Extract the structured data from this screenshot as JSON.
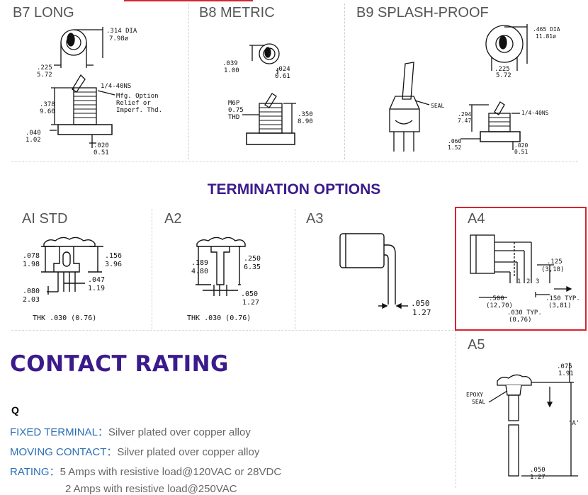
{
  "headers": {
    "b7": "B7 LONG",
    "b8": "B8 METRIC",
    "b9": "B9 SPLASH-PROOF",
    "ai_std": "AI STD",
    "a2": "A2",
    "a3": "A3",
    "a4": "A4",
    "a5": "A5"
  },
  "b7_dims": {
    "dia1": ".314 DIA",
    "dia2": "7.98ø",
    "w1": ".225",
    "w2": "5.72",
    "thread": "1/4-40NS",
    "note1": "Mfg. Option",
    "note2": "Relief or",
    "note3": "Imperf. Thd.",
    "h1": ".378",
    "h2": "9.60",
    "base1": ".040",
    "base2": "1.02",
    "t1": ".020",
    "t2": "0.51"
  },
  "b8_dims": {
    "a1": ".039",
    "a2": "1.00",
    "b1": ".024",
    "b2": "0.61",
    "m1": "M6P",
    "m2": "0.75",
    "m3": "THD",
    "h1": ".350",
    "h2": "8.90"
  },
  "b9_dims": {
    "dia1": ".465 DIA",
    "dia2": "11.81ø",
    "w1": ".225",
    "w2": "5.72",
    "seal": "SEAL",
    "h1": ".294",
    "h2": "7.47",
    "thread": "1/4-40NS",
    "b1": ".060",
    "b2": "1.52",
    "t1": ".020",
    "t2": "0.51"
  },
  "ai_dims": {
    "a1": ".078",
    "a2": "1.98",
    "b1": ".156",
    "b2": "3.96",
    "c1": ".047",
    "c2": "1.19",
    "d1": ".080",
    "d2": "2.03",
    "thk": "THK .030 (0.76)"
  },
  "a2_dims": {
    "a1": ".189",
    "a2": "4.80",
    "b1": ".250",
    "b2": "6.35",
    "c1": ".050",
    "c2": "1.27",
    "thk": "THK .030 (0.76)"
  },
  "a3_dims": {
    "a1": ".050",
    "a2": "1.27"
  },
  "a4_dims": {
    "a1": ".125",
    "a2": "(3,18)",
    "p1": "1",
    "p2": "2",
    "p3": "3",
    "b1": ".500",
    "b2": "(12,70)",
    "c1": ".150 TYP.",
    "c2": "(3,81)",
    "d1": ".030 TYP.",
    "d2": "(0,76)"
  },
  "a5_dims": {
    "a1": ".075",
    "a2": "1.91",
    "epoxy1": "EPOXY",
    "epoxy2": "SEAL",
    "a": "'A'",
    "b1": ".050",
    "b2": "1.27"
  },
  "termination_title": "TERMINATION OPTIONS",
  "contact_title": "CONTACT RATING",
  "q_label": "Q",
  "specs": [
    {
      "label": "FIXED TERMINAL：",
      "value": "Silver plated over copper alloy"
    },
    {
      "label": "MOVING CONTACT：",
      "value": "Silver plated over copper alloy"
    },
    {
      "label": "RATING：",
      "value": "5 Amps with resistive load@120VAC or 28VDC"
    }
  ],
  "cut_line": "2 Amps with resistive load@250VAC",
  "colors": {
    "accent_purple": "#3b1b8c",
    "label_blue": "#2a6fb5",
    "highlight_red": "#d9232e"
  }
}
